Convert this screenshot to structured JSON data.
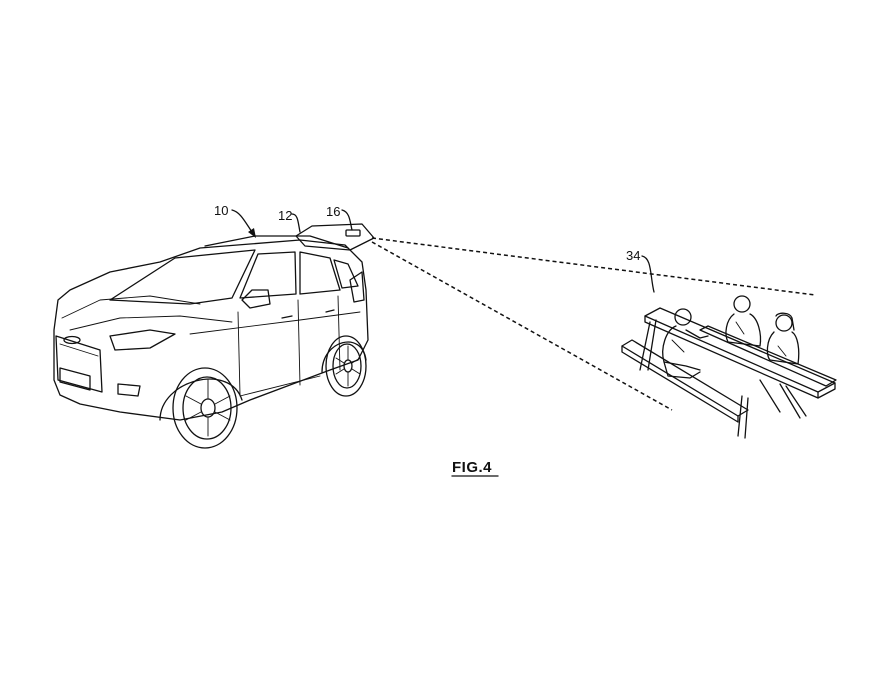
{
  "figure": {
    "caption": "FIG.4"
  },
  "references": {
    "vehicle": "10",
    "liftgate": "12",
    "projector": "16",
    "projection_surface": "34"
  },
  "colors": {
    "ink": "#111111",
    "background": "#ffffff"
  }
}
